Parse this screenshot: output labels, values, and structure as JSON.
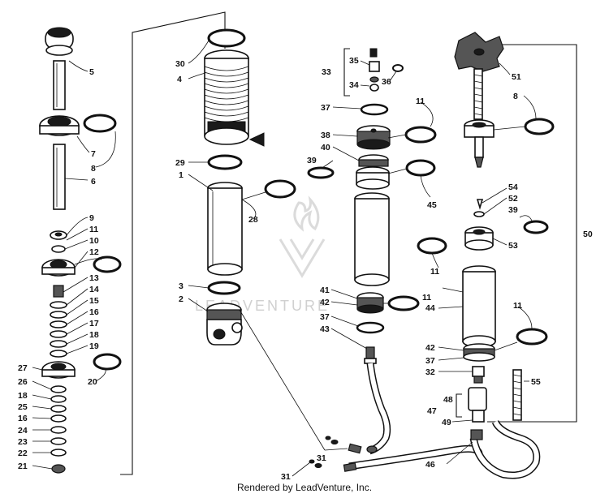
{
  "caption": "Rendered by LeadVenture, Inc.",
  "watermark": "LEADVENTURE",
  "callouts": {
    "c5": "5",
    "c7": "7",
    "c8a": "8",
    "c6": "6",
    "c9": "9",
    "c11a": "11",
    "c10": "10",
    "c12": "12",
    "c13": "13",
    "c14": "14",
    "c15": "15",
    "c16a": "16",
    "c17": "17",
    "c18a": "18",
    "c19": "19",
    "c20": "20",
    "c27": "27",
    "c26": "26",
    "c18b": "18",
    "c25": "25",
    "c16b": "16",
    "c24": "24",
    "c23": "23",
    "c22": "22",
    "c21": "21",
    "c30": "30",
    "c4": "4",
    "c29": "29",
    "c1": "1",
    "c28": "28",
    "c3": "3",
    "c2": "2",
    "c33": "33",
    "c35": "35",
    "c34": "34",
    "c36": "36",
    "c37a": "37",
    "c11b": "11",
    "c38": "38",
    "c40": "40",
    "c39a": "39",
    "c45": "45",
    "c41": "41",
    "c42a": "42",
    "c11c": "11",
    "c37b": "37",
    "c43": "43",
    "c31a": "31",
    "c31b": "31",
    "c46": "46",
    "c51": "51",
    "c8b": "8",
    "c54": "54",
    "c52": "52",
    "c39b": "39",
    "c53": "53",
    "c50": "50",
    "c11d": "11",
    "c44": "44",
    "c11e": "11",
    "c42b": "42",
    "c37c": "37",
    "c32": "32",
    "c55": "55",
    "c48": "48",
    "c47": "47",
    "c49": "49"
  }
}
